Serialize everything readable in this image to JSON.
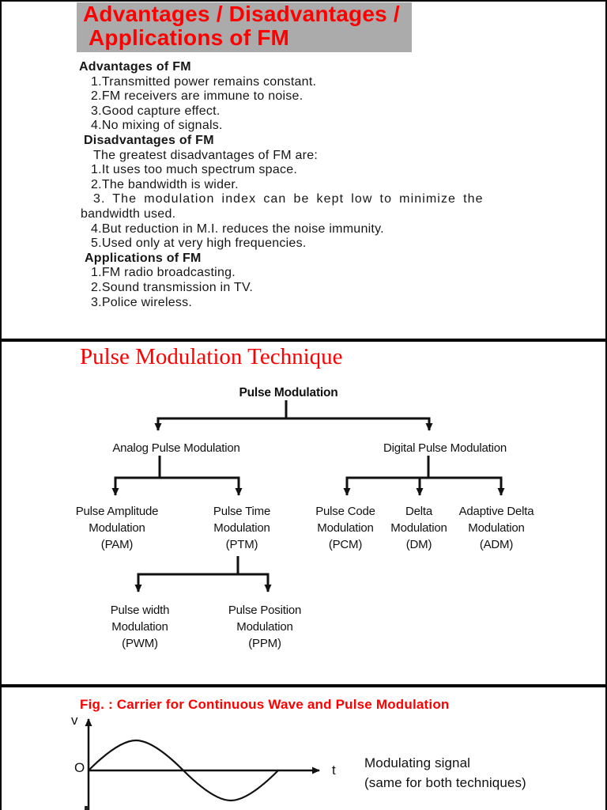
{
  "colors": {
    "accent_red": "#ff0000",
    "header_gray": "#ababab",
    "ink_black": "#111111"
  },
  "slide1": {
    "header": {
      "line1": "Advantages / Disadvantages /",
      "line2": "Applications of FM"
    },
    "advantages": {
      "heading": "Advantages of FM",
      "item1": "1.Transmitted power remains constant.",
      "item2": "2.FM receivers are immune to noise.",
      "item3": "3.Good capture effect.",
      "item4": "4.No mixing of signals."
    },
    "disadvantages": {
      "heading": "Disadvantages of FM",
      "intro": "The greatest disadvantages of FM are:",
      "item1": "1.It uses too much spectrum space.",
      "item2": "2.The bandwidth is wider.",
      "item3a": "3. The modulation index can be kept low to minimize the",
      "item3b": "bandwidth used.",
      "item4": "4.But reduction in M.I. reduces the noise immunity.",
      "item5": "5.Used only at very high frequencies."
    },
    "applications": {
      "heading": "Applications of FM",
      "item1": "1.FM radio broadcasting.",
      "item2": "2.Sound transmission in TV.",
      "item3": "3.Police wireless."
    }
  },
  "slide2": {
    "title": "Pulse Modulation Technique",
    "tree": {
      "root": "Pulse Modulation",
      "analog": "Analog Pulse Modulation",
      "digital": "Digital Pulse Modulation",
      "pam": "Pulse Amplitude\nModulation\n(PAM)",
      "ptm": "Pulse Time\nModulation\n(PTM)",
      "pcm": "Pulse Code\nModulation\n(PCM)",
      "dm": "Delta\nModulation\n(DM)",
      "adm": "Adaptive Delta\nModulation\n(ADM)",
      "pwm": "Pulse width\nModulation\n(PWM)",
      "ppm": "Pulse Position\nModulation\n(PPM)"
    }
  },
  "slide3": {
    "title": "Fig. : Carrier for Continuous Wave and Pulse Modulation",
    "figure": {
      "y_axis_label": "v",
      "origin_label": "O",
      "x_axis_label": "t",
      "caption_line1": "Modulating signal",
      "caption_line2": "(same for both techniques)"
    }
  }
}
